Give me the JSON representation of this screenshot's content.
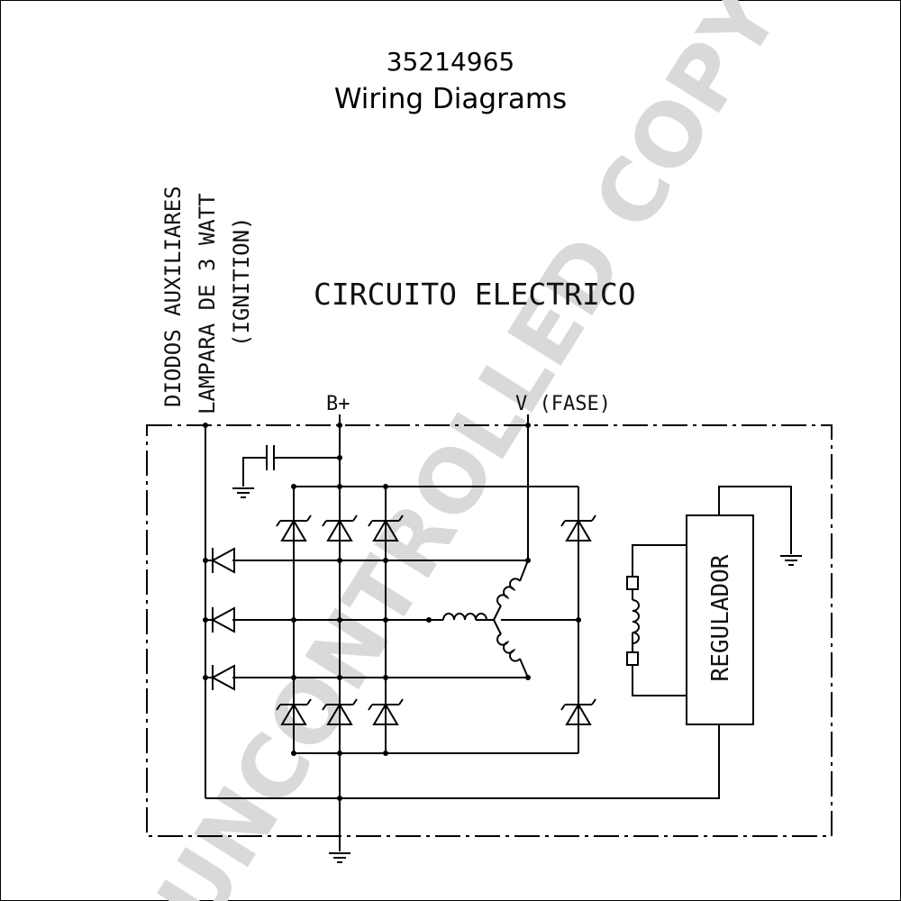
{
  "header": {
    "part_number": "35214965",
    "subtitle": "Wiring Diagrams"
  },
  "diagram": {
    "title": "CIRCUITO ELECTRICO",
    "labels": {
      "diodes_aux": "DIODOS AUXILIARES",
      "lamp": "LAMPARA DE 3 WATT",
      "ignition": "(IGNITION)",
      "b_plus": "B+",
      "phase": "V (FASE)",
      "regulator": "REGULADOR"
    }
  },
  "watermark": {
    "text": "UNCONTROLLED COPY",
    "color": "#d9d9d9"
  }
}
